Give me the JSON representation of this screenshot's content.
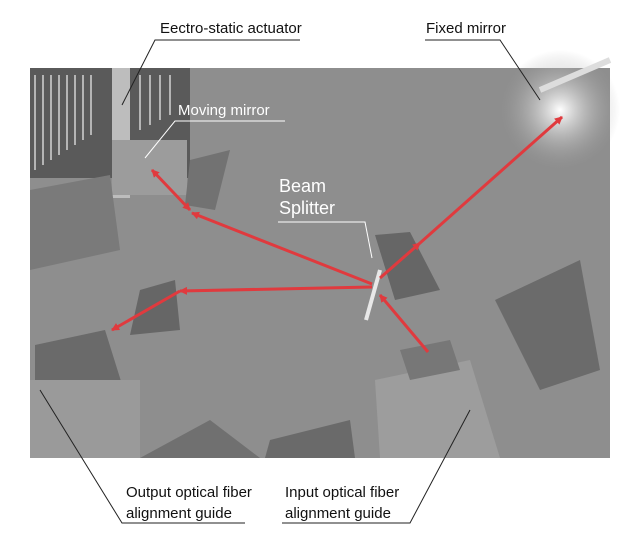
{
  "labels": {
    "actuator": "Eectro-static actuator",
    "fixed_mirror": "Fixed mirror",
    "moving_mirror": "Moving mirror",
    "beam_splitter_1": "Beam",
    "beam_splitter_2": "Splitter",
    "output_guide_1": "Output optical fiber",
    "output_guide_2": "alignment guide",
    "input_guide_1": "Input optical fiber",
    "input_guide_2": "alignment guide"
  },
  "colors": {
    "beam": "#e03a3e",
    "surface": "#8e8e8e",
    "recess": "#6e6e6e"
  }
}
